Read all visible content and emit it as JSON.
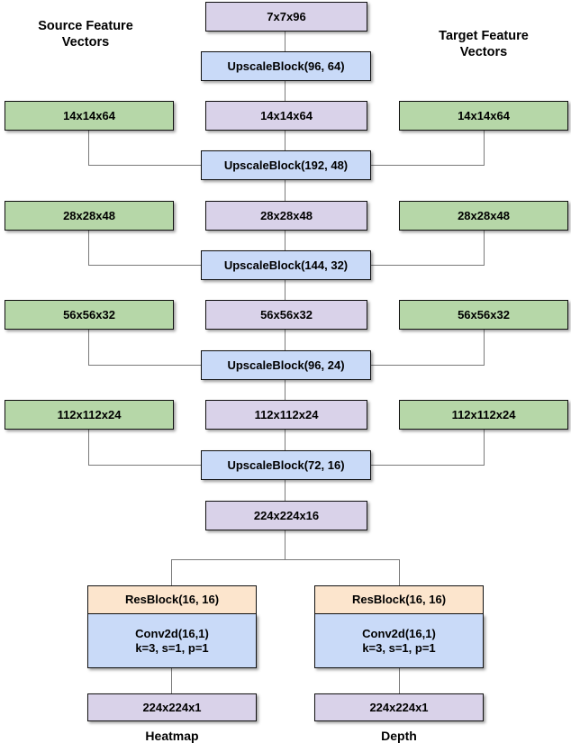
{
  "diagram": {
    "title_left": "Source Feature\nVectors",
    "title_right": "Target Feature\nVectors",
    "colors": {
      "purple": "#d9d2e9",
      "blue": "#c9daf8",
      "green": "#b6d7a8",
      "yellow": "#fce5cd",
      "border": "#111111",
      "connector": "#7a7a7a",
      "background": "#ffffff"
    },
    "spine": [
      {
        "label": "7x7x96",
        "kind": "tensor"
      },
      {
        "label": "UpscaleBlock(96, 64)",
        "kind": "op"
      },
      {
        "label": "14x14x64",
        "kind": "tensor"
      },
      {
        "label": "UpscaleBlock(192, 48)",
        "kind": "op"
      },
      {
        "label": "28x28x48",
        "kind": "tensor"
      },
      {
        "label": "UpscaleBlock(144, 32)",
        "kind": "op"
      },
      {
        "label": "56x56x32",
        "kind": "tensor"
      },
      {
        "label": "UpscaleBlock(96, 24)",
        "kind": "op"
      },
      {
        "label": "112x112x24",
        "kind": "tensor"
      },
      {
        "label": "UpscaleBlock(72, 16)",
        "kind": "op"
      },
      {
        "label": "224x224x16",
        "kind": "tensor"
      }
    ],
    "source_features": [
      {
        "label": "14x14x64"
      },
      {
        "label": "28x28x48"
      },
      {
        "label": "56x56x32"
      },
      {
        "label": "112x112x24"
      }
    ],
    "target_features": [
      {
        "label": "14x14x64"
      },
      {
        "label": "28x28x48"
      },
      {
        "label": "56x56x32"
      },
      {
        "label": "112x112x24"
      }
    ],
    "heads": [
      {
        "resblock": "ResBlock(16, 16)",
        "conv": "Conv2d(16,1)\nk=3, s=1, p=1",
        "output": "224x224x1",
        "caption": "Heatmap"
      },
      {
        "resblock": "ResBlock(16, 16)",
        "conv": "Conv2d(16,1)\nk=3, s=1, p=1",
        "output": "224x224x1",
        "caption": "Depth"
      }
    ]
  }
}
